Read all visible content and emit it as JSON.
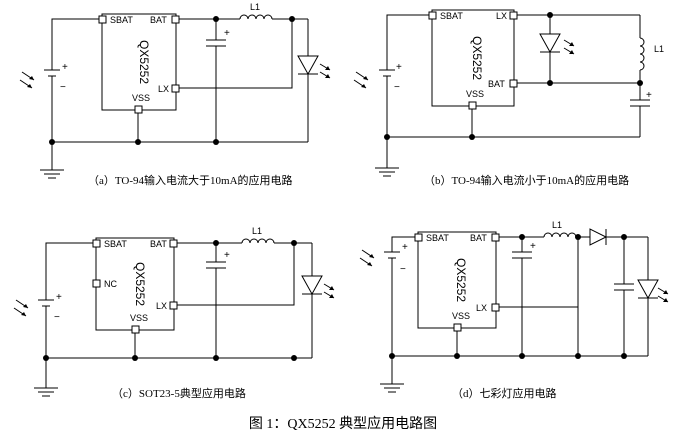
{
  "chip_name": "QX5252",
  "pins": {
    "sbat": "SBAT",
    "bat": "BAT",
    "lx": "LX",
    "vss": "VSS",
    "nc": "NC"
  },
  "inductor": "L1",
  "plus": "+",
  "minus": "−",
  "captions": {
    "a": "（a）TO-94输入电流大于10mA的应用电路",
    "b": "（b）TO-94输入电流小于10mA的应用电路",
    "c": "（c）SOT23-5典型应用电路",
    "d": "（d）七彩灯应用电路"
  },
  "figure_title": "图 1：QX5252 典型应用电路图"
}
